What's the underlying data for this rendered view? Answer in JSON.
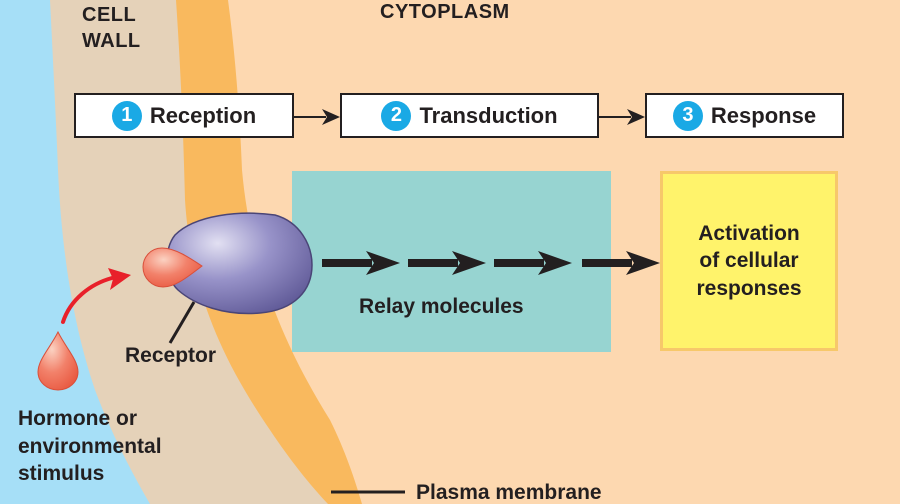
{
  "regions": {
    "cell_wall": [
      "CELL",
      "WALL"
    ],
    "cytoplasm": "CYTOPLASM"
  },
  "stages": [
    {
      "number": "1",
      "label": "Reception"
    },
    {
      "number": "2",
      "label": "Transduction"
    },
    {
      "number": "3",
      "label": "Response"
    }
  ],
  "labels": {
    "receptor": "Receptor",
    "relay": "Relay molecules",
    "response": [
      "Activation",
      "of cellular",
      "responses"
    ],
    "stimulus": [
      "Hormone or",
      "environmental",
      "stimulus"
    ],
    "membrane": "Plasma membrane"
  },
  "colors": {
    "exterior": "#a6dff7",
    "cell_wall": "#e5d2b9",
    "membrane": "#f9b95e",
    "cytoplasm": "#fdd8b0",
    "stage_number": "#1aa9e5",
    "relay_box": "#97d4d1",
    "response_box": "#fff36b",
    "receptor": "#7c76b4",
    "ligand": "#f0705a",
    "signal_arrow": "#e8202a"
  }
}
